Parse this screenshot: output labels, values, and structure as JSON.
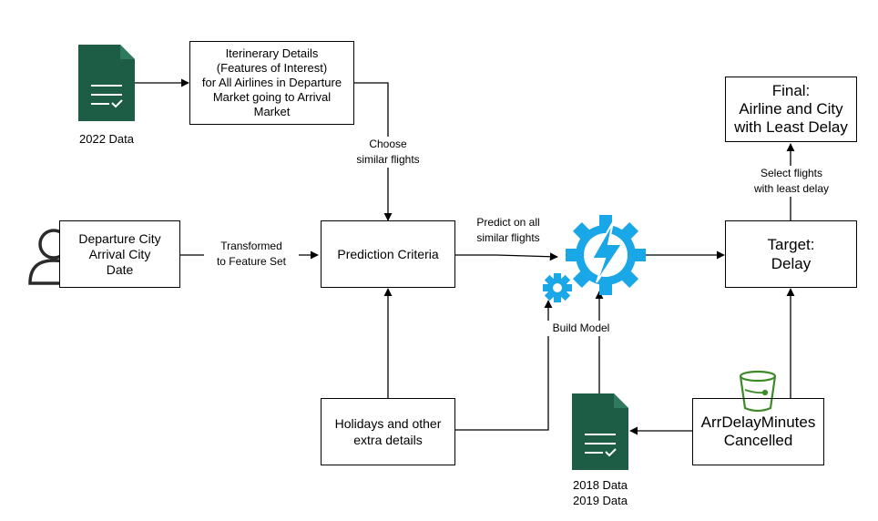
{
  "boxes": {
    "itinerary": "Iterinerary Details\n(Features of Interest)\nfor All Airlines in Departure\nMarket going to Arrival\nMarket",
    "user_input": "Departure City\nArrival City\nDate",
    "prediction_criteria": "Prediction Criteria",
    "holidays": "Holidays and other\nextra details",
    "target": "Target:\nDelay",
    "final": "Final:\nAirline and City\nwith Least Delay",
    "arr_delay": "ArrDelayMinutes\nCancelled"
  },
  "edge_labels": {
    "choose_similar": "Choose\nsimilar flights",
    "transformed": "Transformed\nto Feature Set",
    "predict_all": "Predict on all\nsimilar flights",
    "build_model": "Build Model",
    "select_least": "Select flights\nwith least delay"
  },
  "captions": {
    "data_2022": "2022 Data",
    "data_2018_2019": "2018 Data\n2019 Data"
  },
  "icons": {
    "document": "document-check-icon",
    "user": "user-icon",
    "model": "machine-learning-gears-icon",
    "bucket": "storage-bucket-icon"
  },
  "colors": {
    "document_green": "#1d5c45",
    "model_blue": "#1aa7e8",
    "bucket_green": "#3d8b27"
  }
}
